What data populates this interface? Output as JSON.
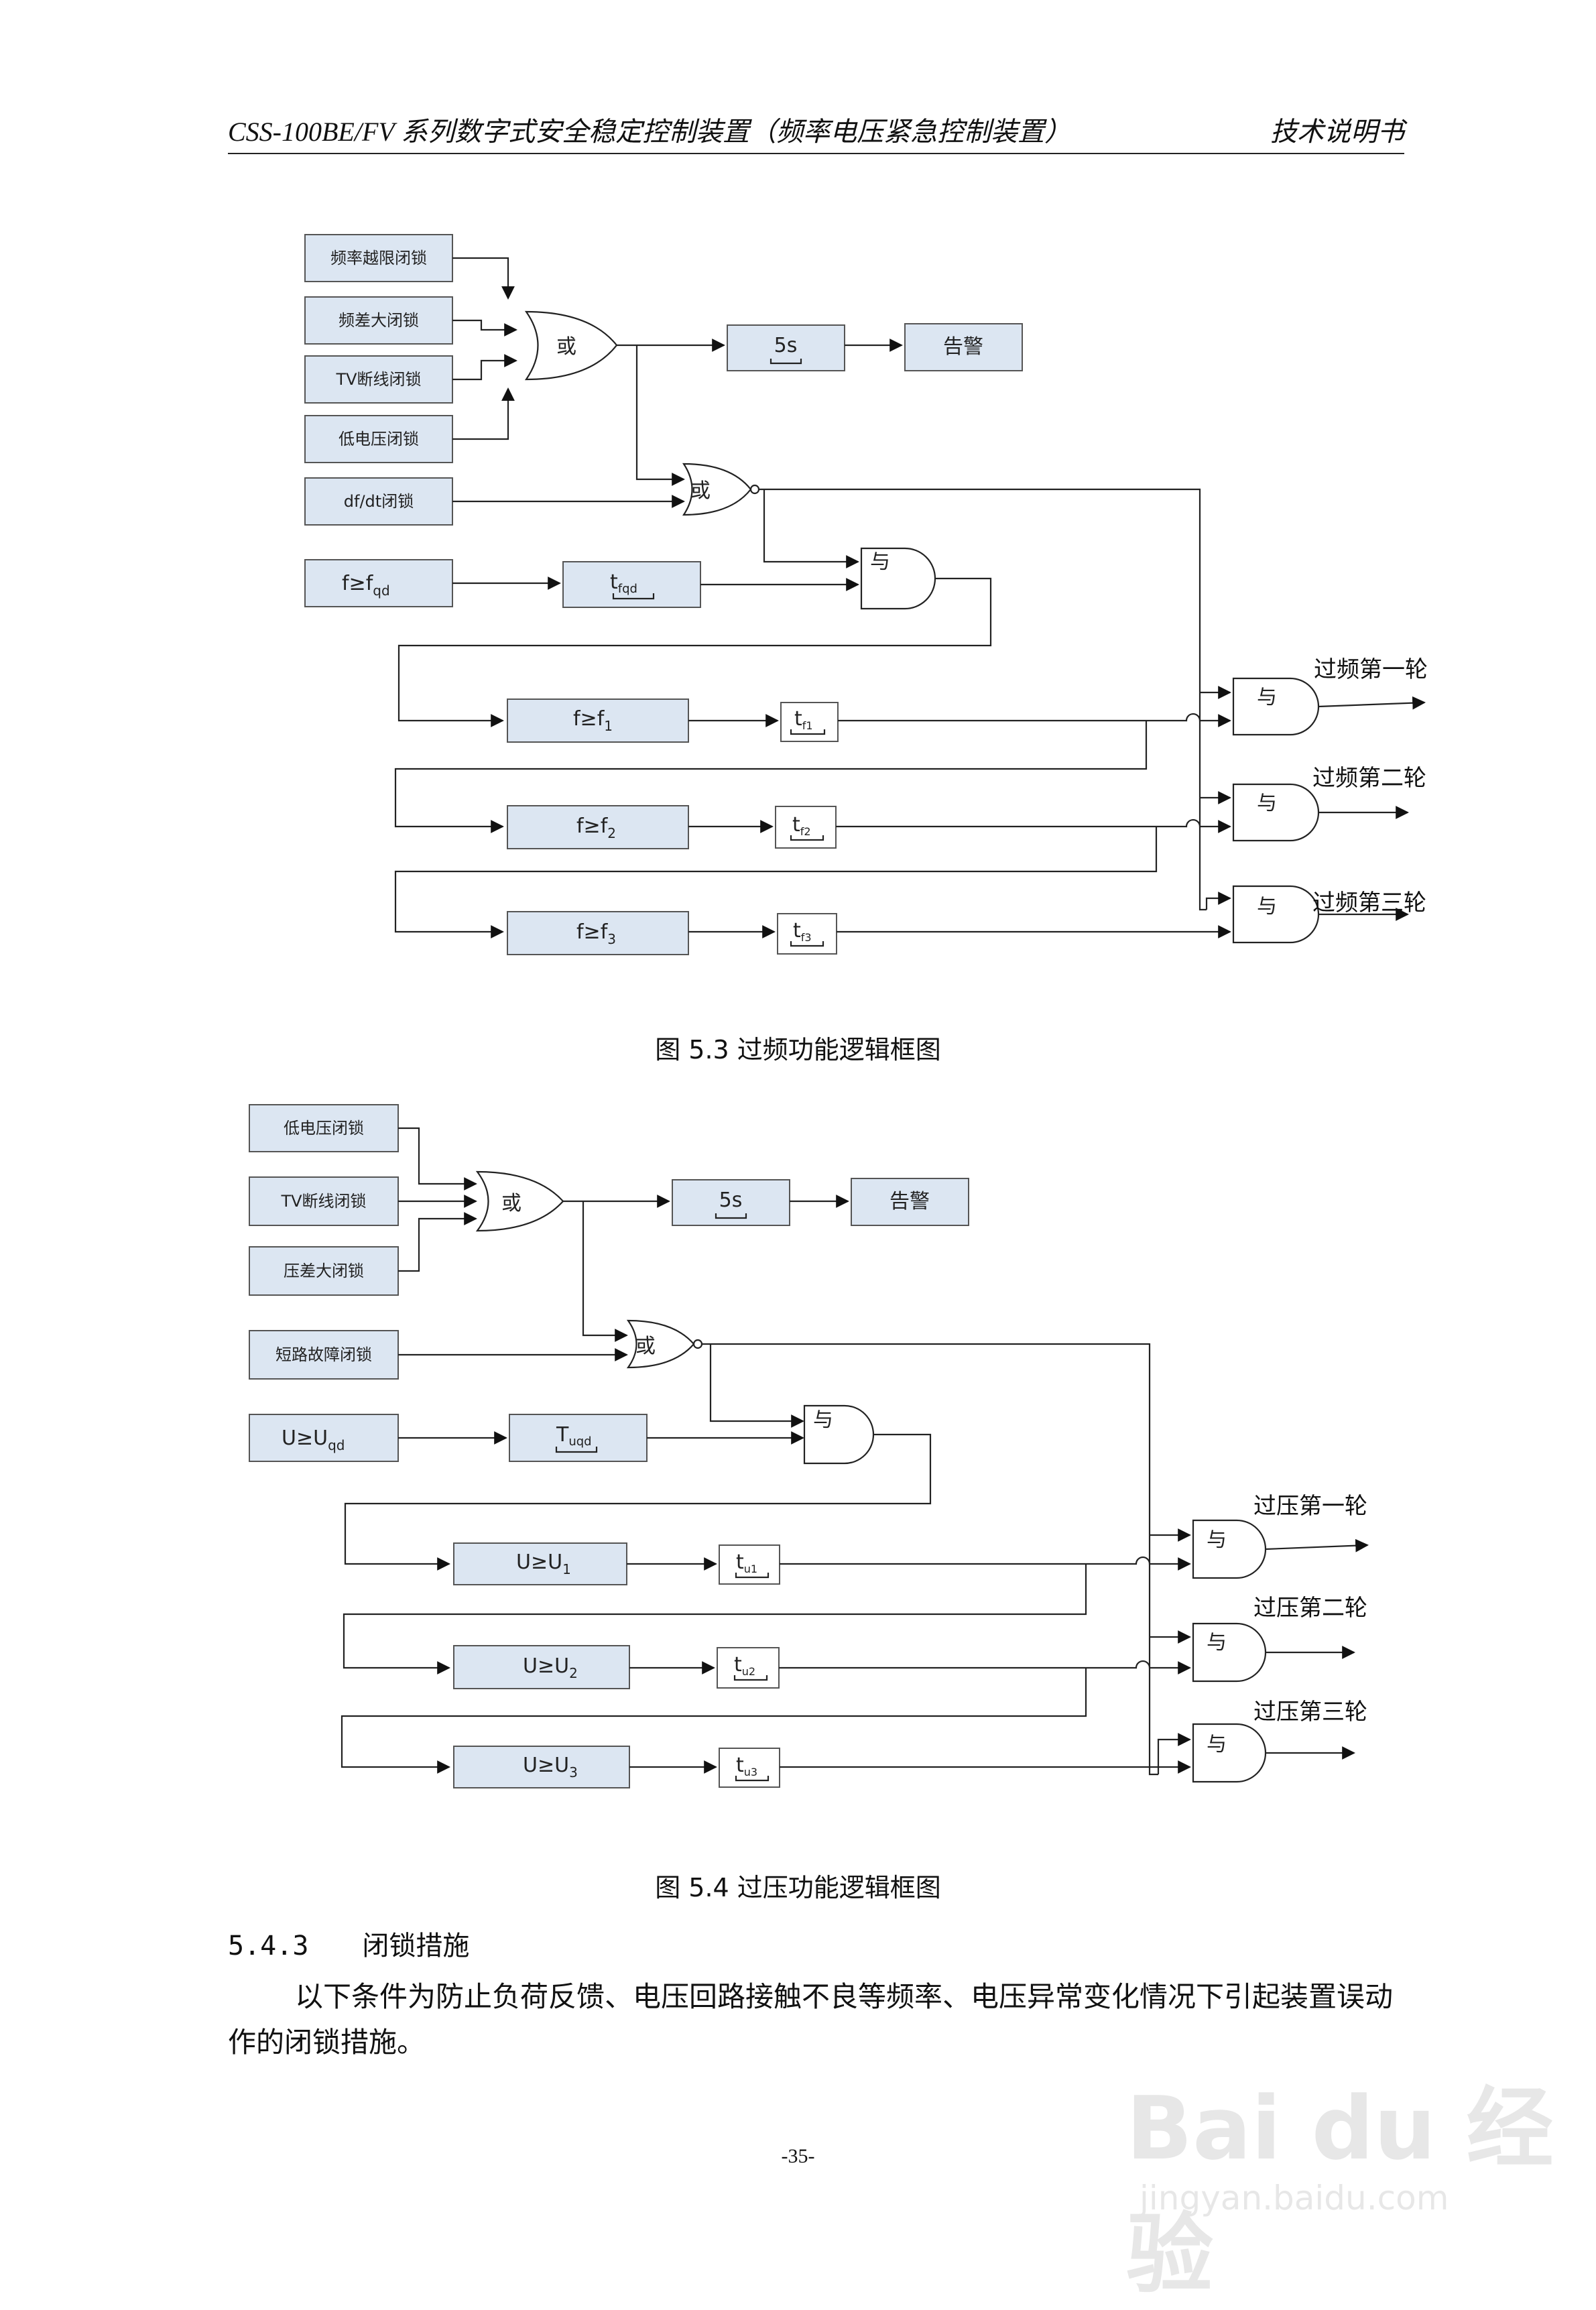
{
  "header": {
    "left": "CSS-100BE/FV 系列数字式安全稳定控制装置（频率电压紧急控制装置）",
    "right": "技术说明书"
  },
  "fig3": {
    "inputs": [
      "频率越限闭锁",
      "频差大闭锁",
      "TV断线闭锁",
      "低电压闭锁",
      "df/dt闭锁"
    ],
    "start_cond": "f≥f",
    "start_cond_sub": "qd",
    "start_timer": "t",
    "start_timer_sub": "fqd",
    "timer_5s": "5s",
    "alarm": "告警",
    "or_label": "或",
    "and_label": "与",
    "stages": [
      {
        "cond": "f≥f",
        "cond_sub": "1",
        "timer": "t",
        "timer_sub": "f1",
        "output": "过频第一轮"
      },
      {
        "cond": "f≥f",
        "cond_sub": "2",
        "timer": "t",
        "timer_sub": "f2",
        "output": "过频第二轮"
      },
      {
        "cond": "f≥f",
        "cond_sub": "3",
        "timer": "t",
        "timer_sub": "f3",
        "output": "过频第三轮"
      }
    ],
    "caption": "图 5.3  过频功能逻辑框图"
  },
  "fig4": {
    "inputs": [
      "低电压闭锁",
      "TV断线闭锁",
      "压差大闭锁",
      "短路故障闭锁"
    ],
    "start_cond": "U≥U",
    "start_cond_sub": "qd",
    "start_timer": "T",
    "start_timer_sub": "uqd",
    "timer_5s": "5s",
    "alarm": "告警",
    "or_label": "或",
    "and_label": "与",
    "stages": [
      {
        "cond": "U≥U",
        "cond_sub": "1",
        "timer": "t",
        "timer_sub": "u1",
        "output": "过压第一轮"
      },
      {
        "cond": "U≥U",
        "cond_sub": "2",
        "timer": "t",
        "timer_sub": "u2",
        "output": "过压第二轮"
      },
      {
        "cond": "U≥U",
        "cond_sub": "3",
        "timer": "t",
        "timer_sub": "u3",
        "output": "过压第三轮"
      }
    ],
    "caption": "图 5.4  过压功能逻辑框图"
  },
  "section": {
    "number": "5.4.3",
    "title": "闭锁措施"
  },
  "paragraph": "以下条件为防止负荷反馈、电压回路接触不良等频率、电压异常变化情况下引起装置误动作的闭锁措施。",
  "page_number": "-35-",
  "watermark": {
    "main": "Bai du 经验",
    "sub": "jingyan.baidu.com"
  }
}
